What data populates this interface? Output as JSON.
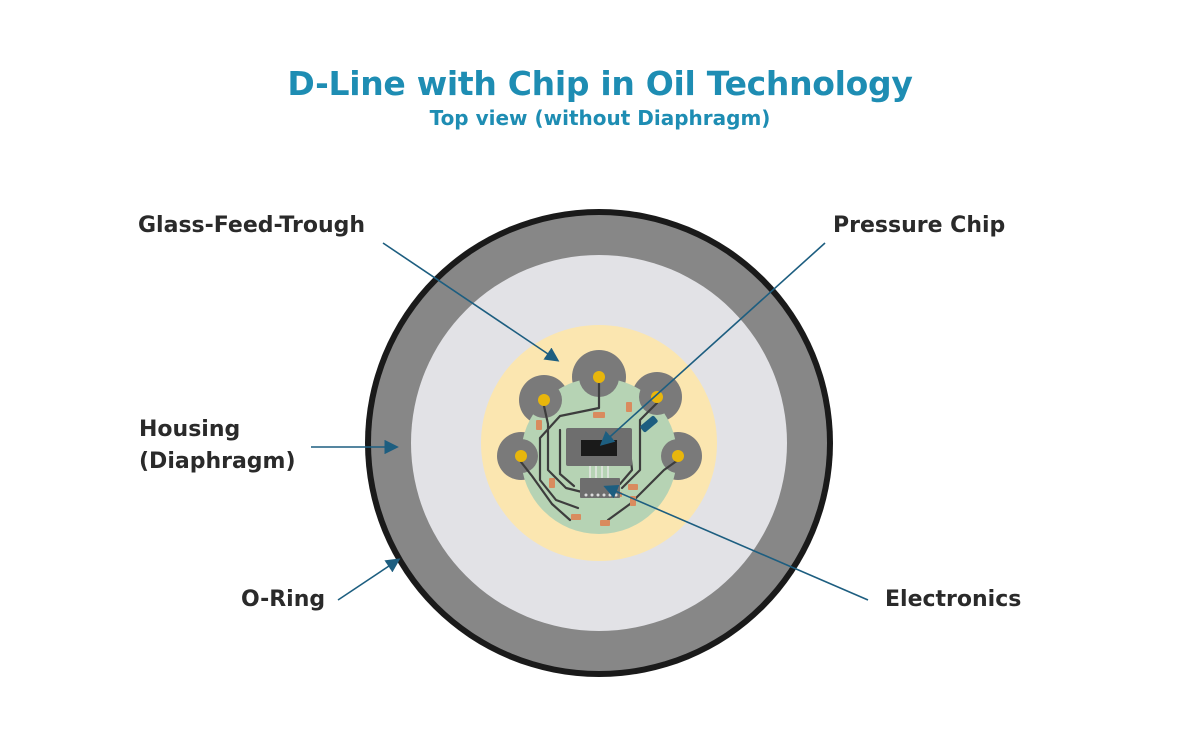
{
  "title": "D-Line with Chip in Oil Technology",
  "subtitle": "Top view (without Diaphragm)",
  "labels": {
    "glass_feed_trough": "Glass-Feed-Trough",
    "housing_line1": "Housing",
    "housing_line2": "(Diaphragm)",
    "o_ring": "O-Ring",
    "pressure_chip": "Pressure Chip",
    "electronics": "Electronics"
  },
  "colors": {
    "title": "#1e8db3",
    "leader_line": "#1d5e80",
    "o_ring": "#1a1a1a",
    "housing": "#878787",
    "diaphragm_area": "#e2e2e6",
    "oil_fill": "#fbe6b0",
    "pcb": "#b6d3b4",
    "feedthrough": "#7a7a7a",
    "pin": "#e8b60c",
    "chip": "#6e6e6e",
    "chip_core": "#1a1a1a",
    "component": "#d98b5e"
  }
}
